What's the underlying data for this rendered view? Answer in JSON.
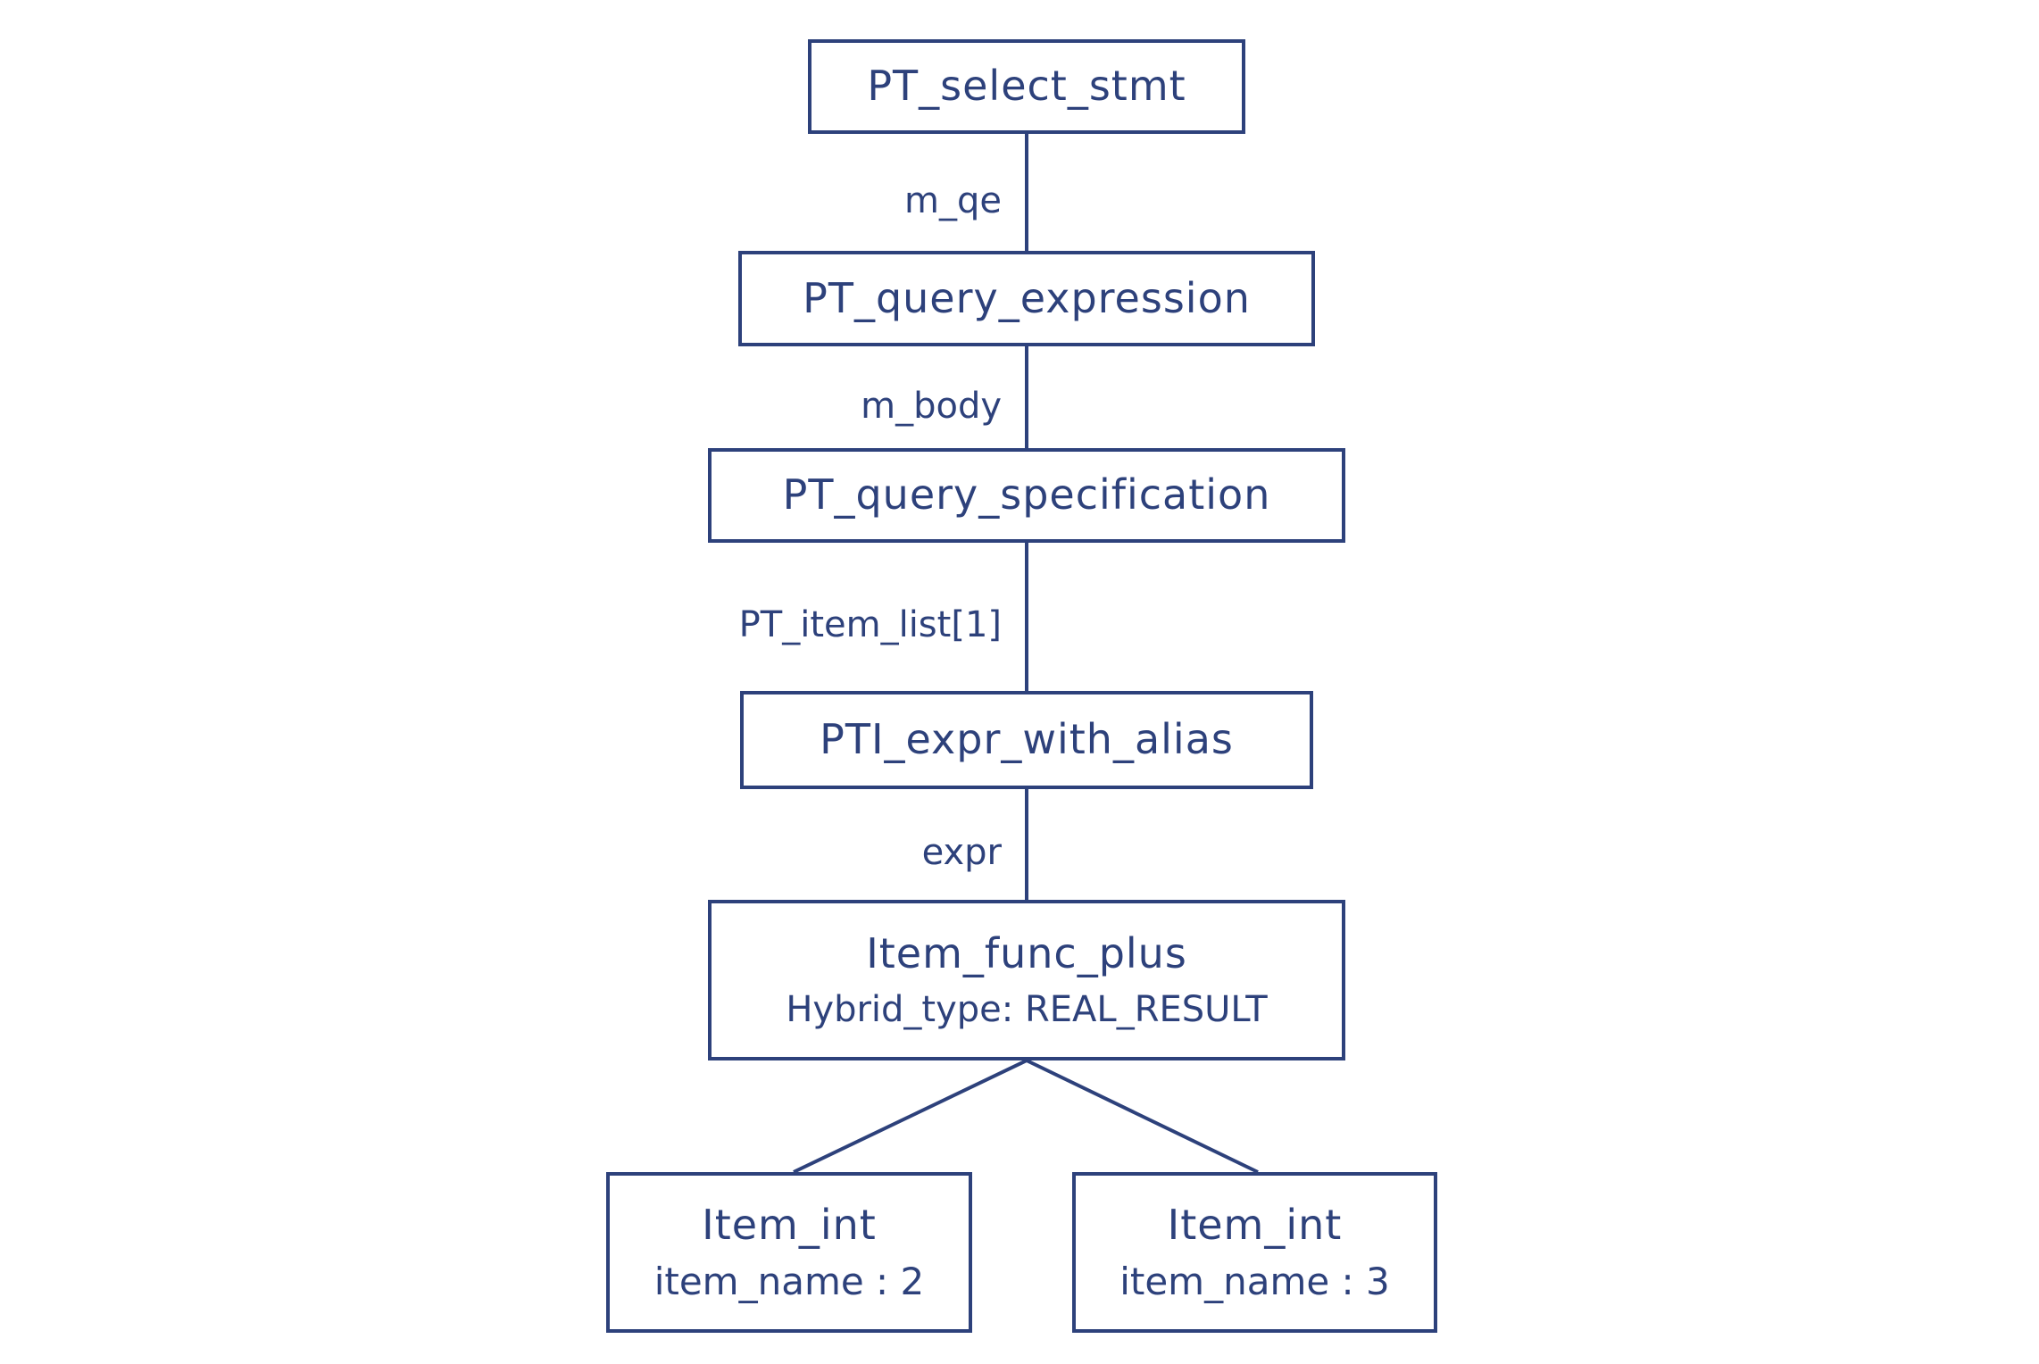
{
  "diagram": {
    "background_color": "#ffffff",
    "stroke_color": "#2d417b",
    "text_color": "#2d417b",
    "nodes": [
      {
        "id": "pt_select_stmt",
        "title": "PT_select_stmt"
      },
      {
        "id": "pt_query_expression",
        "title": "PT_query_expression"
      },
      {
        "id": "pt_query_specification",
        "title": "PT_query_specification"
      },
      {
        "id": "pti_expr_with_alias",
        "title": "PTI_expr_with_alias"
      },
      {
        "id": "item_func_plus",
        "title": "Item_func_plus",
        "subtitle": "Hybrid_type: REAL_RESULT"
      },
      {
        "id": "item_int_left",
        "title": "Item_int",
        "subtitle": "item_name : 2"
      },
      {
        "id": "item_int_right",
        "title": "Item_int",
        "subtitle": "item_name : 3"
      }
    ],
    "edge_labels": [
      "m_qe",
      "m_body",
      "PT_item_list[1]",
      "expr"
    ]
  }
}
